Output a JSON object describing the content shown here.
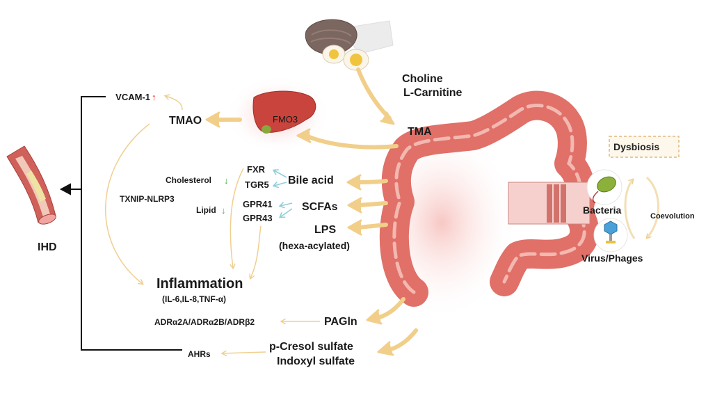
{
  "diet": {
    "choline": "Choline",
    "carnitine": "L-Carnitine"
  },
  "tma": "TMA",
  "fmo3": "FMO3",
  "tmao": "TMAO",
  "vcam": {
    "label": "VCAM-1",
    "arrow": "↑"
  },
  "txnip": "TXNIP-NLRP3",
  "ihd": "IHD",
  "bile_acid": {
    "label": "Bile acid",
    "r1": "FXR",
    "r2": "TGR5",
    "effect": "Cholesterol",
    "effect_arrow": "↓"
  },
  "scfas": {
    "label": "SCFAs",
    "r1": "GPR41",
    "r2": "GPR43",
    "effect": "Lipid",
    "effect_arrow": "↓"
  },
  "lps": {
    "label": "LPS",
    "sub": "(hexa-acylated)"
  },
  "inflammation": {
    "label": "Inflammation",
    "sub": "(IL-6,IL-8,TNF-α)"
  },
  "pagln": {
    "label": "PAGln",
    "receptors": "ADRα2A/ADRα2B/ADRβ2"
  },
  "sulfates": {
    "line1": "p-Cresol sulfate",
    "line2": "Indoxyl sulfate",
    "receptor": "AHRs"
  },
  "dysbiosis": "Dysbiosis",
  "bacteria": "Bacteria",
  "virus": "Virus/Phages",
  "coevolution": "Coevolution",
  "colors": {
    "arrow": "#f1cf8a",
    "thin_arrow": "#f3d9a8",
    "blue_arrow": "#8ecfd9",
    "up": "#e02020",
    "down": "#3fae49",
    "colon": "#e07068",
    "colon_light": "#f3b8b0",
    "liver": "#c8443c"
  }
}
